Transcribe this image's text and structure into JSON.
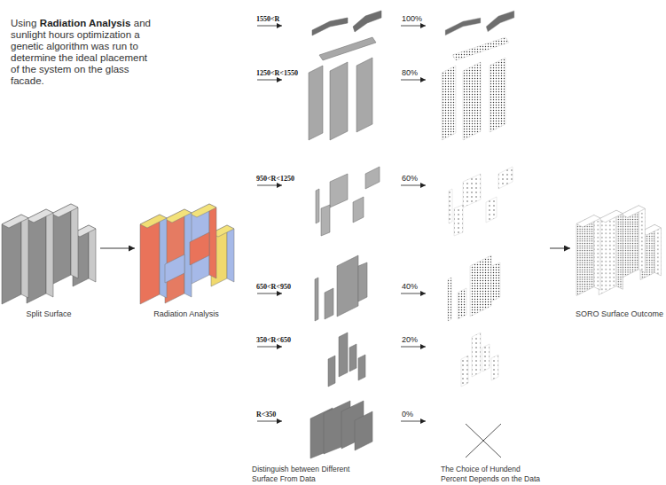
{
  "diagram": {
    "nodes": [
      {
        "text": [
          "Split Surface"
        ]
      },
      {
        "text": [
          "Radiation Analysis"
        ]
      },
      {
        "text": [
          "Distinguish between Different Surface From Data"
        ]
      },
      {
        "text": [
          "The Choice of Hundend Percent Depends on the Data"
        ]
      },
      {
        "text": [
          "SORO Surface Outcome"
        ]
      }
    ],
    "edges": [
      {
        "from": 0,
        "to": 1,
        "arrow": "to"
      },
      {
        "from": 3,
        "to": 4,
        "arrow": "to"
      }
    ],
    "labels": [
      "Using",
      "Radiation Analysis",
      "and sunlight hours optimization a genetic algorithm was run to determine the ideal placement of the system on the glass facade.",
      "1550<R",
      "100%",
      "1250<R<1550",
      "80%",
      "950<R<1250",
      "60%",
      "650<R<950",
      "40%",
      "350<R<650",
      "20%",
      "R<350",
      "0%"
    ]
  }
}
